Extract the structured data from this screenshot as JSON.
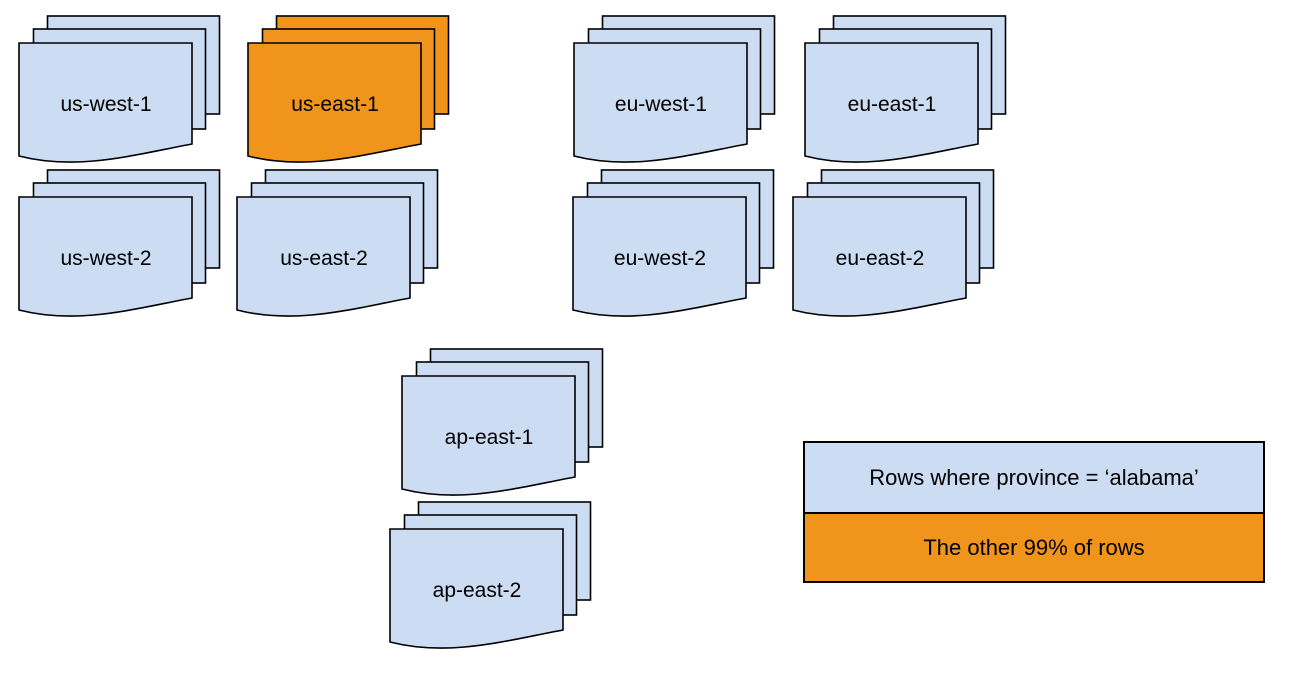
{
  "diagram": {
    "description_colors": {
      "default_fill": "#ccdcf2",
      "highlight_fill": "#f0941c",
      "stroke": "#000000",
      "background": "#ffffff"
    },
    "regions": [
      {
        "label": "us-west-1",
        "highlighted": false
      },
      {
        "label": "us-east-1",
        "highlighted": true
      },
      {
        "label": "eu-west-1",
        "highlighted": false
      },
      {
        "label": "eu-east-1",
        "highlighted": false
      },
      {
        "label": "us-west-2",
        "highlighted": false
      },
      {
        "label": "us-east-2",
        "highlighted": false
      },
      {
        "label": "eu-west-2",
        "highlighted": false
      },
      {
        "label": "eu-east-2",
        "highlighted": false
      },
      {
        "label": "ap-east-1",
        "highlighted": false
      },
      {
        "label": "ap-east-2",
        "highlighted": false
      }
    ],
    "legend": {
      "items": [
        {
          "label": "Rows where province = ‘alabama’",
          "color": "#ccdcf2"
        },
        {
          "label": "The other 99% of rows",
          "color": "#f0941c"
        }
      ]
    }
  }
}
